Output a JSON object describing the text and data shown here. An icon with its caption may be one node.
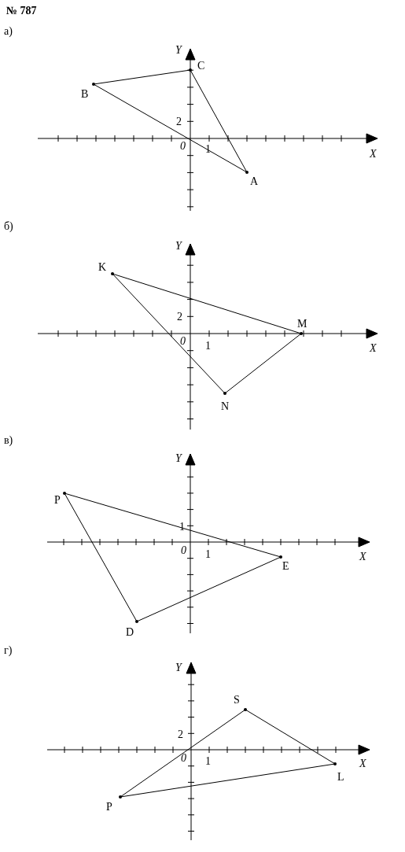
{
  "diagram": {
    "title": "№ 787",
    "nodes": [
      {
        "text": [
          "C"
        ]
      },
      {
        "text": [
          "B"
        ]
      },
      {
        "text": [
          "A"
        ]
      },
      {
        "text": [
          "K"
        ]
      },
      {
        "text": [
          "M"
        ]
      },
      {
        "text": [
          "N"
        ]
      },
      {
        "text": [
          "P"
        ]
      },
      {
        "text": [
          "E"
        ]
      },
      {
        "text": [
          "D"
        ]
      },
      {
        "text": [
          "S"
        ]
      },
      {
        "text": [
          "L"
        ]
      },
      {
        "text": [
          "P"
        ]
      }
    ],
    "edges": [
      {
        "from": 1,
        "to": 0,
        "arrow": "none"
      },
      {
        "from": 0,
        "to": 2,
        "arrow": "none"
      },
      {
        "from": 1,
        "to": 2,
        "arrow": "none"
      },
      {
        "from": 3,
        "to": 4,
        "arrow": "none"
      },
      {
        "from": 4,
        "to": 5,
        "arrow": "none"
      },
      {
        "from": 3,
        "to": 5,
        "arrow": "none"
      },
      {
        "from": 6,
        "to": 7,
        "arrow": "none"
      },
      {
        "from": 7,
        "to": 8,
        "arrow": "none"
      },
      {
        "from": 6,
        "to": 8,
        "arrow": "none"
      },
      {
        "from": 11,
        "to": 9,
        "arrow": "none"
      },
      {
        "from": 9,
        "to": 10,
        "arrow": "none"
      },
      {
        "from": 11,
        "to": 10,
        "arrow": "none"
      }
    ],
    "labels": [
      "а)",
      "Y",
      "2",
      "0",
      "1",
      "X",
      "б)",
      "Y",
      "2",
      "0",
      "1",
      "X",
      "в)",
      "Y",
      "1",
      "0",
      "1",
      "X",
      "г)",
      "Y",
      "2",
      "0",
      "1",
      "X"
    ]
  }
}
